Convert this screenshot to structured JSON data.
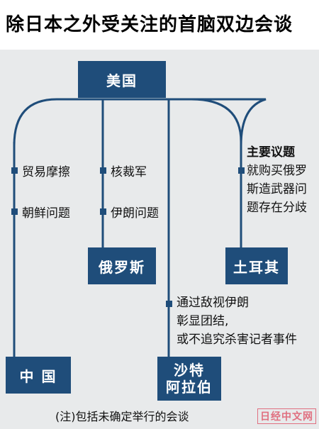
{
  "title": "除日本之外受关注的首脑双边会谈",
  "nodes": {
    "usa": "美国",
    "china": "中 国",
    "russia": "俄罗斯",
    "turkey": "土耳其",
    "saudi": [
      "沙特",
      "阿拉伯"
    ]
  },
  "topics": {
    "china": [
      "贸易摩擦",
      "朝鲜问题"
    ],
    "russia": [
      "核裁军",
      "伊朗问题"
    ],
    "turkey": {
      "heading": "主要议题",
      "lines": [
        "就购买俄罗",
        "斯造武器问",
        "题存在分歧"
      ]
    },
    "saudi": [
      "通过敌视伊朗",
      "彰显团结,",
      "或不追究杀害记者事件"
    ]
  },
  "note": "(注)包括未确定举行的会谈",
  "logo": "日经中文网",
  "colors": {
    "node": "#1f4d7a",
    "line": "#1f4d7a",
    "background": "#e8eaeb"
  }
}
